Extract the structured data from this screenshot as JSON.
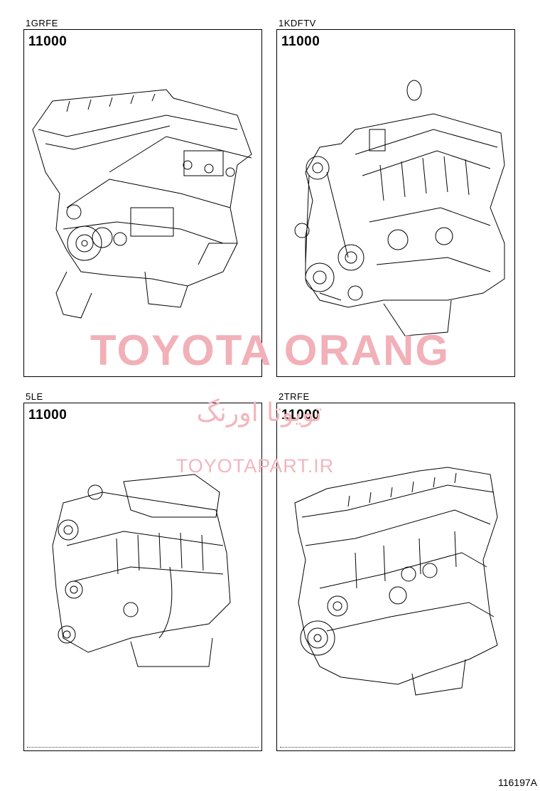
{
  "panels": [
    {
      "engine": "1GRFE",
      "part_number": "11000"
    },
    {
      "engine": "1KDFTV",
      "part_number": "11000"
    },
    {
      "engine": "5LE",
      "part_number": "11000"
    },
    {
      "engine": "2TRFE",
      "part_number": "11000"
    }
  ],
  "watermark": {
    "main": "TOYOTA ORANG",
    "persian": "تویوتا اورنگ",
    "site": "TOYOTAPART.IR",
    "color": "#f2b0b8"
  },
  "illustration_number": "116197A"
}
